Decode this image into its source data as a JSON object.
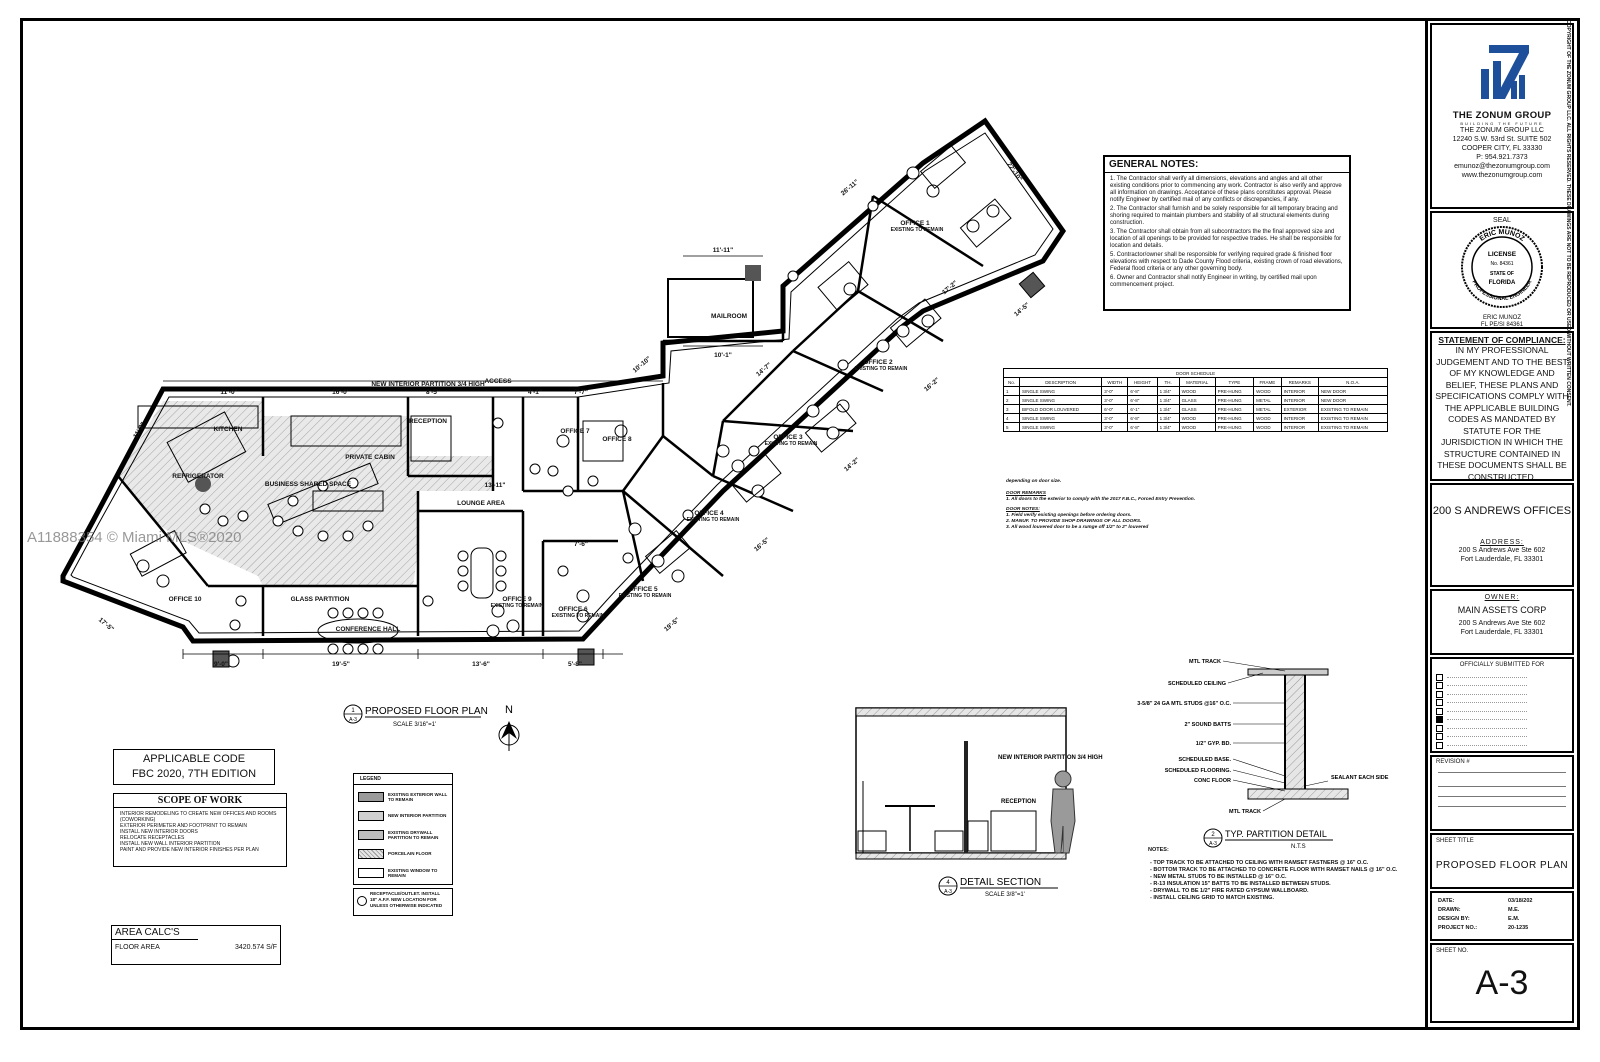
{
  "firm": {
    "logo_text": "TZ",
    "name": "THE ZONUM GROUP",
    "tagline": "BUILDING THE FUTURE",
    "llc": "THE ZONUM GROUP LLC",
    "address1": "12240 S.W. 53rd St. SUITE 502",
    "address2": "COOPER CITY, FL 33330",
    "phone": "P: 954.921.7373",
    "email": "emunoz@thezonumgroup.com",
    "web": "www.thezonumgroup.com"
  },
  "seal": {
    "label": "SEAL",
    "ring_top": "ERIC MUNOZ",
    "license": "LICENSE",
    "number": "No. 84361",
    "state_of": "STATE OF",
    "state": "FLORIDA",
    "ring_bottom": "PROFESSIONAL ENGINEER",
    "engineer": "ERIC MUNOZ",
    "pe": "FL PE/SI 84361"
  },
  "compliance": {
    "title": "STATEMENT OF COMPLIANCE:",
    "text": "IN MY PROFESSIONAL JUDGEMENT AND TO THE BEST OF MY KNOWLEDGE AND BELIEF, THESE PLANS AND SPECIFICATIONS COMPLY WITH THE APPLICABLE BUILDING CODES AS MANDATED BY STATUTE FOR THE JURISDICTION IN WHICH THE STRUCTURE CONTAINED IN THESE DOCUMENTS SHALL BE CONSTRUCTED."
  },
  "project": {
    "name": "200 S ANDREWS OFFICES",
    "address_label": "ADDRESS:",
    "address1": "200 S Andrews Ave Ste 602",
    "address2": "Fort Lauderdale, FL 33301",
    "owner_label": "OWNER:",
    "owner": "MAIN ASSETS CORP",
    "owner_addr1": "200 S Andrews Ave Ste 602",
    "owner_addr2": "Fort Lauderdale, FL 33301"
  },
  "submitted": {
    "title": "OFFICIALLY SUBMITTED FOR"
  },
  "revision": {
    "title": "REVISION #"
  },
  "sheet_title": {
    "label": "SHEET TITLE",
    "value": "PROPOSED FLOOR PLAN"
  },
  "info": {
    "date_label": "DATE:",
    "date": "03/18/202",
    "drawn_label": "DRAWN:",
    "drawn": "M.E.",
    "design_label": "DESIGN BY:",
    "design": "E.M.",
    "project_label": "PROJECT NO.:",
    "project_no": "20-1235"
  },
  "sheet_no": {
    "label": "SHEET NO.",
    "value": "A-3"
  },
  "general_notes": {
    "title": "GENERAL NOTES:",
    "items": [
      "1. The Contractor shall verify all dimensions, elevations and angles and all other existing conditions prior to commencing any work. Contractor is also verify and approve all information on drawings. Acceptance of these plans constitutes approval. Please notify Engineer by certified mail of any conflicts or discrepancies, if any.",
      "2. The Contractor shall furnish and be solely responsible for all temporary bracing and shoring required to maintain plumbers and stability of all structural elements during construction.",
      "3. The Contractor shall obtain from all subcontractors the the final approved size and location of all openings to be provided for respective trades. He shall be responsible for location and details.",
      "5. Contractor/owner shall be responsible for verifying required grade & finished floor elevations with respect to Dade County Flood criteria, existing crown of road elevations, Federal flood criteria or any other governing body.",
      "6. Owner and Contractor shall notify Engineer in writing, by certified mail upon commencement project."
    ]
  },
  "door_schedule": {
    "title": "DOOR SCHEDULE",
    "headers": [
      "No.",
      "DESCRIPTION",
      "WIDTH",
      "HEIGHT",
      "TH.",
      "MATERIAL",
      "TYPE",
      "FRAME",
      "REMARKS",
      "N.O.A."
    ],
    "rows": [
      [
        "1",
        "SINGLE SWING",
        "3'-0\"",
        "6'-8\"",
        "1 3/4\"",
        "WOOD",
        "PRE-HUNG",
        "WOOD",
        "INTERIOR",
        "NEW DOOR"
      ],
      [
        "2",
        "SINGLE SWING",
        "3'-0\"",
        "6'-8\"",
        "1 3/4\"",
        "GLASS",
        "PRE-HUNG",
        "METAL",
        "INTERIOR",
        "NEW DOOR"
      ],
      [
        "3",
        "BIFOLD DOOR LOUVERED",
        "6'-0\"",
        "6'-1\"",
        "1 3/4\"",
        "GLASS",
        "PRE-HUNG",
        "METAL",
        "EXTERIOR",
        "EXISTING TO REMAIN"
      ],
      [
        "4",
        "SINGLE SWING",
        "3'-0\"",
        "6'-8\"",
        "1 3/4\"",
        "WOOD",
        "PRE-HUNG",
        "WOOD",
        "INTERIOR",
        "EXISTING TO REMAIN"
      ],
      [
        "5",
        "SINGLE SWING",
        "3'-0\"",
        "6'-8\"",
        "1 3/4\"",
        "WOOD",
        "PRE-HUNG",
        "WOOD",
        "INTERIOR",
        "EXISTING TO REMAIN"
      ]
    ]
  },
  "door_notes": {
    "line0": "depending on door size.",
    "remarks_title": "DOOR REMARKS",
    "remarks": "1. All doors to the exterior to comply with the 2017 F.B.C., Forced Entry Prevention.",
    "notes_title": "DOOR NOTES:",
    "notes": [
      "1. Field verify existing openings before ordering doors.",
      "2. MANUF. TO PROVIDE SHOP DRAWINGS OF ALL DOORS.",
      "3. All wood louvered door to be a rumge off 1/2\" to 2\" louvered"
    ]
  },
  "plan": {
    "rooms": {
      "kitchen": "KITCHEN",
      "refrigerator": "REFRIGERATOR",
      "business": "BUSINESS SHARED SPACE",
      "private": "PRIVATE CABIN",
      "reception": "RECEPTION",
      "access": "ACCESS",
      "new_partition": "NEW INTERIOR PARTITION 3/4 HIGH",
      "mailroom": "MAILROOM",
      "lounge": "LOUNGE AREA",
      "glass_partition": "GLASS PARTITION",
      "conference": "CONFERENCE HALL",
      "office10": "OFFICE 10",
      "office9": "OFFICE 9",
      "office9b": "EXISTING TO REMAIN",
      "office6": "OFFICE 6",
      "office6b": "EXISTING TO REMAIN",
      "office7": "OFFICE 7",
      "office8": "OFFICE 8",
      "office5": "OFFICE 5",
      "office5b": "EXISTING TO REMAIN",
      "office4": "OFFICE 4",
      "office4b": "EXISTING TO REMAIN",
      "office3": "OFFICE 3",
      "office3b": "EXISTING TO REMAIN",
      "office2": "OFFICE 2",
      "office2b": "EXISTING TO REMAIN",
      "office1": "OFFICE 1",
      "office1b": "EXISTING TO REMAIN"
    },
    "dims": {
      "d1": "9'-0\"",
      "d2": "19'-5\"",
      "d3": "13'-6\"",
      "d4": "5'-8\"",
      "d5": "11'-0\"",
      "d6": "16'-0\"",
      "d7": "8'-5\"",
      "d8": "4'-1\"",
      "d9": "7'-7\"",
      "d10": "11'-11\"",
      "d11": "10'-1\"",
      "d12": "10'-10\"",
      "d13": "14'-7\"",
      "d14": "26'-11\"",
      "d15": "22'-10\"",
      "d16": "17'-2\"",
      "d17": "16'-2\"",
      "d18": "14'-2\"",
      "d19": "14'-5\"",
      "d20": "16'-5\"",
      "d21": "19'-5\"",
      "d22": "13'-11\"",
      "d23": "7'-6\"",
      "d24": "17'-5\"",
      "d25": "11'-2\""
    },
    "title": "PROPOSED FLOOR PLAN",
    "scale": "SCALE 3/16\"=1'",
    "tag_num": "1",
    "tag_sheet": "A-3",
    "north": "N"
  },
  "code": {
    "line1": "APPLICABLE CODE",
    "line2": "FBC 2020, 7TH EDITION"
  },
  "scope": {
    "title": "SCOPE OF WORK",
    "items": [
      "INTERIOR REMODELING TO CREATE NEW OFFICES AND ROOMS (COWORKING)",
      "EXTERIOR PERIMETER AND FOOTPRINT TO REMAIN",
      "INSTALL NEW INTERIOR DOORS",
      "RELOCATE RECEPTACLES",
      "INSTALL NEW WALL INTERIOR PARTITION",
      "PAINT AND PROVIDE NEW INTERIOR FINISHES PER PLAN"
    ]
  },
  "area": {
    "title": "AREA CALC'S",
    "label": "FLOOR AREA",
    "value": "3420.574 S/F"
  },
  "legend": {
    "title": "LEGEND",
    "items": [
      "EXISTING EXTERIOR WALL TO REMAIN",
      "NEW INTERIOR PARTITION",
      "EXISTING DRYWALL PARTITION TO REMAIN",
      "PORCELAIN FLOOR",
      "EXISTING WINDOW TO REMAIN"
    ],
    "receptacle": "RECEPTACLE/OUTLET. INSTALL 18\" A.F.F. NEW LOCATION FOR UNLESS OTHERWISE INDICATED"
  },
  "section": {
    "partition": "NEW INTERIOR PARTITION 3/4 HIGH",
    "reception": "RECEPTION",
    "title": "DETAIL SECTION",
    "scale": "SCALE 3/8\"=1'",
    "tag_num": "4",
    "tag_sheet": "A-3"
  },
  "partition_detail": {
    "labels": [
      "MTL TRACK",
      "SCHEDULED CEILING",
      "3-5/8\" 24 GA MTL STUDS @16\" O.C.",
      "2\" SOUND BATTS",
      "1/2\" GYP. BD.",
      "SCHEDULED BASE.",
      "SCHEDULED FLOORING.",
      "CONC FLOOR",
      "MTL TRACK",
      "SEALANT EACH SIDE"
    ],
    "title": "TYP. PARTITION DETAIL",
    "scale": "N.T.S",
    "tag_num": "2",
    "tag_sheet": "A-3"
  },
  "notes": {
    "title": "NOTES:",
    "items": [
      "TOP TRACK TO BE ATTACHED TO CEILING WITH RAMSET FASTNERS @ 16\" O.C.",
      "BOTTOM TRACK TO BE ATTACHED TO CONCRETE FLOOR WITH RAMSET NAILS @ 16\" O.C.",
      "NEW METAL STUDS TO BE INSTALLED @ 16\" O.C.",
      "R-13 INSULATION 15\" BATTS TO BE INSTALLED BETWEEN STUDS.",
      "DRYWALL TO BE 1/2\" FIRE RATED GYPSUM WALLBOARD.",
      "INSTALL CEILING GRID TO MATCH EXISTING."
    ]
  },
  "watermark": "A11888354 © Miami MLS®2020",
  "side_text": "COPYRIGHT OF THE ZONUM GROUP LLC. ALL RIGHTS RESERVED. THESE DRAWINGS ARE NOT TO BE REPRODUCED OR USED WITHOUT WRITTEN CONSENT.",
  "colors": {
    "ink": "#111111",
    "hatch": "#d8d8d8",
    "logo": "#1d4f9a"
  }
}
